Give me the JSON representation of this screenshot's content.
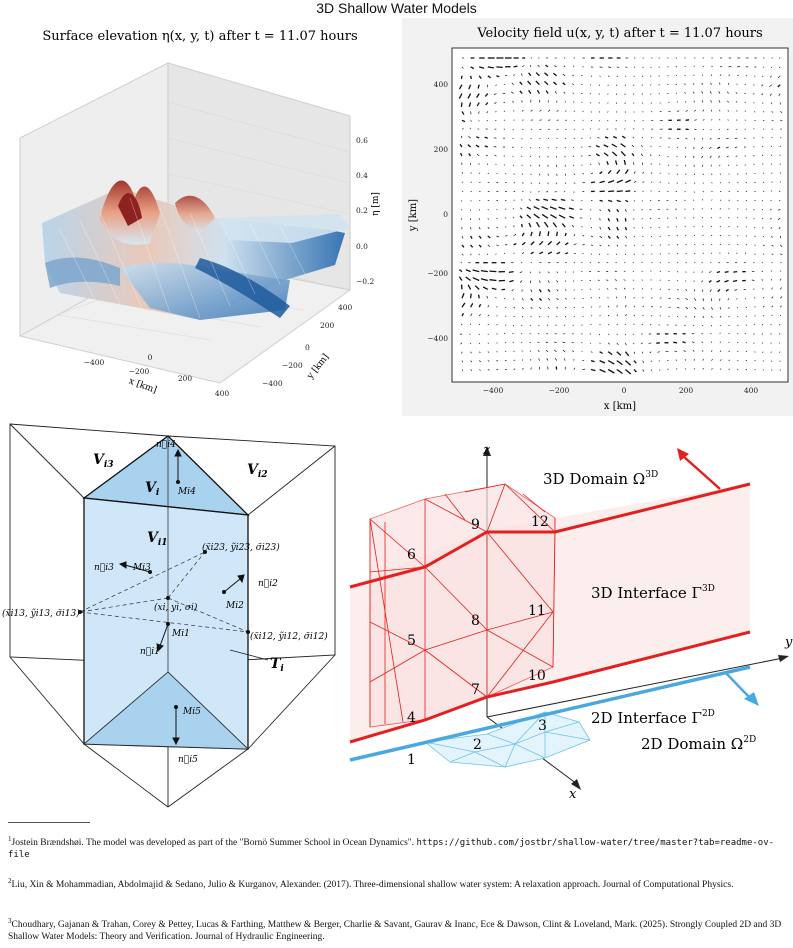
{
  "page_title": "3D Shallow Water Models",
  "surface_plot": {
    "title": "Surface elevation η(x, y, t) after t = 11.07 hours",
    "xlabel": "x [km]",
    "ylabel": "y [km]",
    "zlabel": "η [m]",
    "x_ticks": [
      "−400",
      "−200",
      "0",
      "200",
      "400"
    ],
    "y_ticks": [
      "−400",
      "−200",
      "0",
      "200",
      "400"
    ],
    "z_ticks": [
      "−0.2",
      "0.0",
      "0.2",
      "0.4",
      "0.6"
    ]
  },
  "velocity_plot": {
    "title": "Velocity field u(x, y, t) after t = 11.07 hours",
    "xlabel": "x [km]",
    "ylabel": "y [km]",
    "x_ticks": [
      "−400",
      "−200",
      "0",
      "200",
      "400"
    ],
    "y_ticks": [
      "400",
      "200",
      "0",
      "−200",
      "−400"
    ]
  },
  "prism_diagram": {
    "labels": {
      "vi3": "V",
      "vi3_sub": "i3",
      "vi2": "V",
      "vi2_sub": "i2",
      "vi": "V",
      "vi_sub": "i",
      "vi1": "V",
      "vi1_sub": "i1",
      "ti": "T",
      "ti_sub": "i",
      "ni4": "n⃗i4",
      "mi4": "Mi4",
      "ni3": "n⃗i3",
      "mi3": "Mi3",
      "ni2": "n⃗i2",
      "mi2": "Mi2",
      "ni1": "n⃗i1",
      "mi1": "Mi1",
      "ni5": "n⃗i5",
      "mi5": "Mi5",
      "p123": "(x̃i23, ỹi23, σ̃i23)",
      "p13": "(x̃i13, ỹi13, σ̃i13)",
      "p12": "(x̃i12, ỹi12, σ̃i12)",
      "center": "(xi, yi, σi)"
    }
  },
  "coupled_diagram": {
    "axis_z": "z",
    "axis_y": "y",
    "axis_x": "x",
    "domain_3d": "3D Domain Ω",
    "domain_3d_sup": "3D",
    "interface_3d": "3D Interface Γ",
    "interface_3d_sup": "3D",
    "interface_2d": "2D Interface Γ",
    "interface_2d_sup": "2D",
    "domain_2d": "2D Domain Ω",
    "domain_2d_sup": "2D",
    "nodes": [
      "1",
      "2",
      "3",
      "4",
      "5",
      "6",
      "7",
      "8",
      "9",
      "10",
      "11",
      "12"
    ],
    "colors": {
      "red": "#e31f1f",
      "blue": "#4aa8e0",
      "light_red": "#fdeeee"
    }
  },
  "footnotes": [
    {
      "num": "1",
      "text": "Jostein Brændshøi. The model was developed as part of the \"Bornö Summer School in Ocean Dynamics\".",
      "url": "https://github.com/jostbr/shallow-water/tree/master?tab=readme-ov-file"
    },
    {
      "num": "2",
      "text": "Liu, Xin & Mohammadian, Abdolmajid & Sedano, Julio & Kurganov, Alexander. (2017). Three-dimensional shallow water system: A relaxation approach. Journal of Computational Physics."
    },
    {
      "num": "3",
      "text": "Choudhary, Gajanan & Trahan, Corey & Pettey, Lucas & Farthing, Matthew & Berger, Charlie & Savant, Gaurav & Inanc, Ece & Dawson, Clint & Loveland, Mark. (2025). Strongly Coupled 2D and 3D Shallow Water Models: Theory and Verification. Journal of Hydraulic Engineering."
    }
  ]
}
